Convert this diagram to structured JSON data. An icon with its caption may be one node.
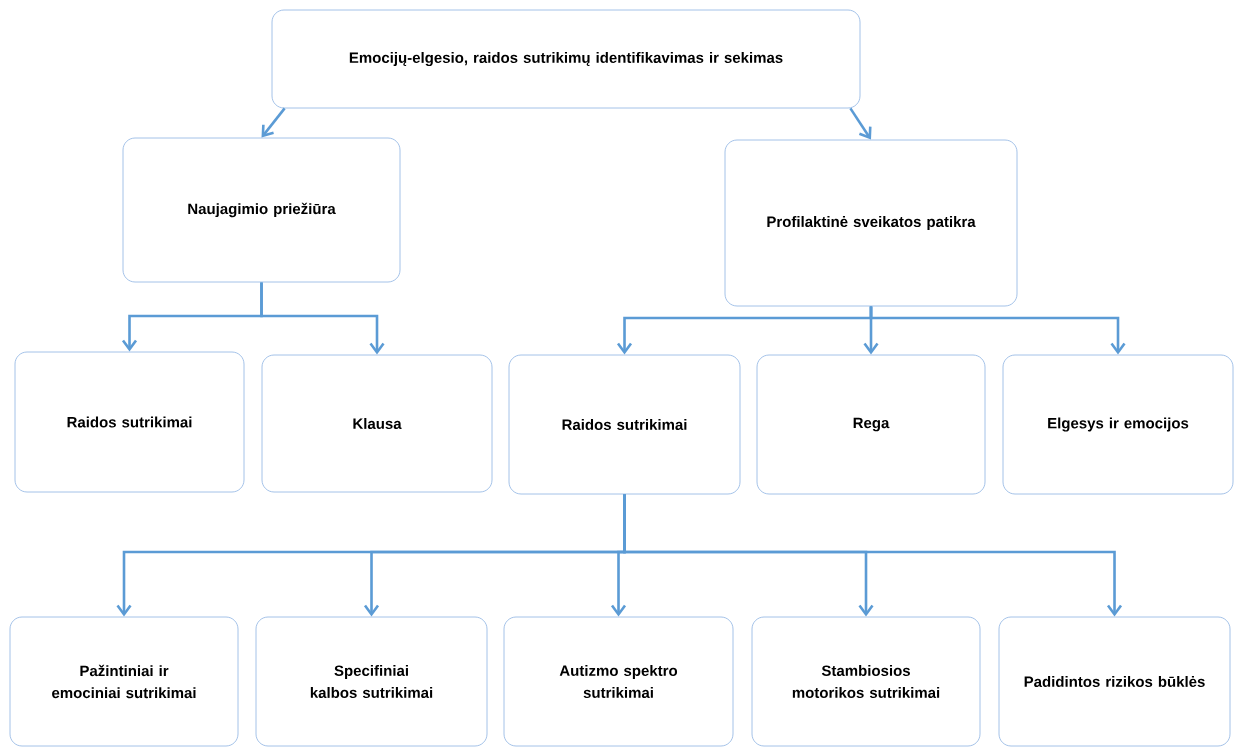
{
  "diagram": {
    "nodes": [
      {
        "text": [
          "Emocijų-elgesio, raidos sutrikimų identifikavimas ir sekimas"
        ]
      },
      {
        "text": [
          "Naujagimio priežiūra"
        ]
      },
      {
        "text": [
          "Profilaktinė sveikatos patikra"
        ]
      },
      {
        "text": [
          "Raidos sutrikimai"
        ]
      },
      {
        "text": [
          "Klausa"
        ]
      },
      {
        "text": [
          "Raidos sutrikimai"
        ]
      },
      {
        "text": [
          "Rega"
        ]
      },
      {
        "text": [
          "Elgesys ir emocijos"
        ]
      },
      {
        "text": [
          "Pažintiniai ir emociniai sutrikimai"
        ]
      },
      {
        "text": [
          "Specifiniai kalbos sutrikimai"
        ]
      },
      {
        "text": [
          "Autizmo spektro sutrikimai"
        ]
      },
      {
        "text": [
          "Stambiosios motorikos sutrikimai"
        ]
      },
      {
        "text": [
          "Padidintos rizikos būklės"
        ]
      }
    ],
    "edges": [
      {
        "from": 0,
        "to": 1,
        "arrow": "to"
      },
      {
        "from": 0,
        "to": 2,
        "arrow": "to"
      },
      {
        "from": 1,
        "to": 3,
        "arrow": "to"
      },
      {
        "from": 1,
        "to": 4,
        "arrow": "to"
      },
      {
        "from": 2,
        "to": 5,
        "arrow": "to"
      },
      {
        "from": 2,
        "to": 6,
        "arrow": "to"
      },
      {
        "from": 2,
        "to": 7,
        "arrow": "to"
      },
      {
        "from": 5,
        "to": 8,
        "arrow": "to"
      },
      {
        "from": 5,
        "to": 9,
        "arrow": "to"
      },
      {
        "from": 5,
        "to": 10,
        "arrow": "to"
      },
      {
        "from": 5,
        "to": 11,
        "arrow": "to"
      },
      {
        "from": 5,
        "to": 12,
        "arrow": "to"
      }
    ]
  }
}
